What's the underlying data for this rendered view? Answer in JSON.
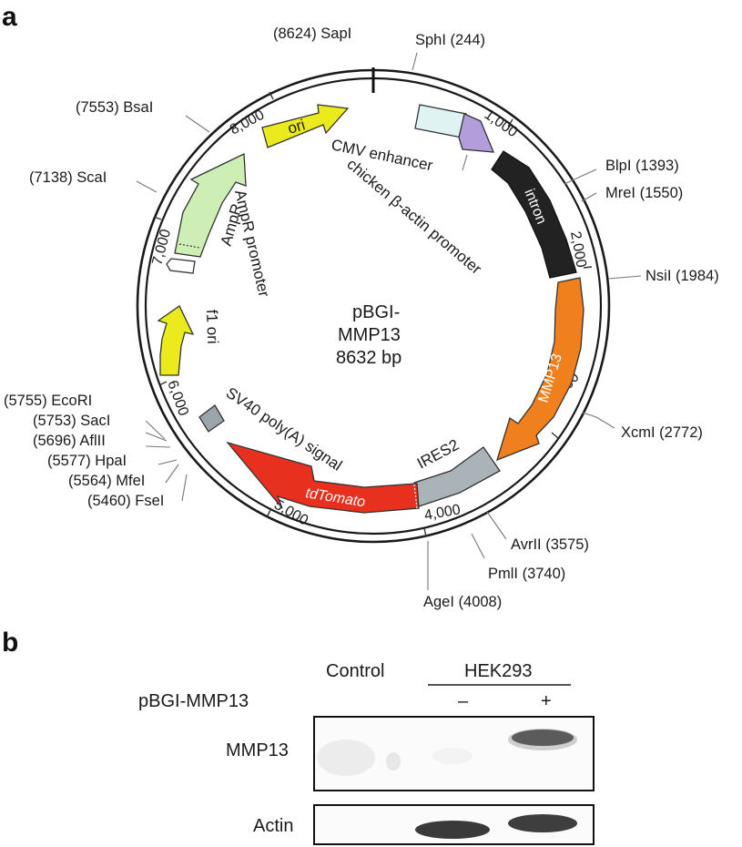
{
  "panel_a": {
    "letter": "a",
    "plasmid": {
      "name_line1": "pBGI-",
      "name_line2": "MMP13",
      "size": "8632 bp"
    },
    "ticks": [
      "1,000",
      "2,000",
      "3,000",
      "4,000",
      "5,000",
      "6,000",
      "7,000",
      "8,000"
    ],
    "sites": [
      {
        "label": "(8624) SapI"
      },
      {
        "label": "SphI (244)"
      },
      {
        "label": "BlpI (1393)"
      },
      {
        "label": "MreI (1550)"
      },
      {
        "label": "NsiI (1984)"
      },
      {
        "label": "XcmI (2772)"
      },
      {
        "label": "AvrII (3575)"
      },
      {
        "label": "PmlI (3740)"
      },
      {
        "label": "AgeI (4008)"
      },
      {
        "label": "(5460) FseI"
      },
      {
        "label": "(5564) MfeI"
      },
      {
        "label": "(5577) HpaI"
      },
      {
        "label": "(5696) AflII"
      },
      {
        "label": "(5753) SacI"
      },
      {
        "label": "(5755) EcoRI"
      },
      {
        "label": "(7138) ScaI"
      },
      {
        "label": "(7553) BsaI"
      }
    ],
    "features": {
      "cmv": "CMV enhancer",
      "cba": "chicken β-actin promoter",
      "intron": "intron",
      "mmp13": "MMP13",
      "ires2": "IRES2",
      "tdtomato": "tdTomato",
      "sv40": "SV40 poly(A) signal",
      "f1ori": "f1 ori",
      "ampr_promoter": "AmpR promoter",
      "ampr": "AmpR",
      "ori": "ori"
    },
    "colors": {
      "cmv": "#dff3f3",
      "cba": "#b39ddb",
      "intron": "#222222",
      "mmp13": "#f07f1e",
      "ires2": "#a9b3b8",
      "tdtomato": "#e8301e",
      "sv40": "#9aa6ab",
      "f1ori": "#eaea1c",
      "ampr": "#cdeeb4",
      "ori": "#eaea1c"
    }
  },
  "panel_b": {
    "letter": "b",
    "col_control": "Control",
    "col_hek": "HEK293",
    "row_plasmid": "pBGI-MMP13",
    "minus": "–",
    "plus": "+",
    "row_mmp13": "MMP13",
    "row_actin": "Actin"
  }
}
